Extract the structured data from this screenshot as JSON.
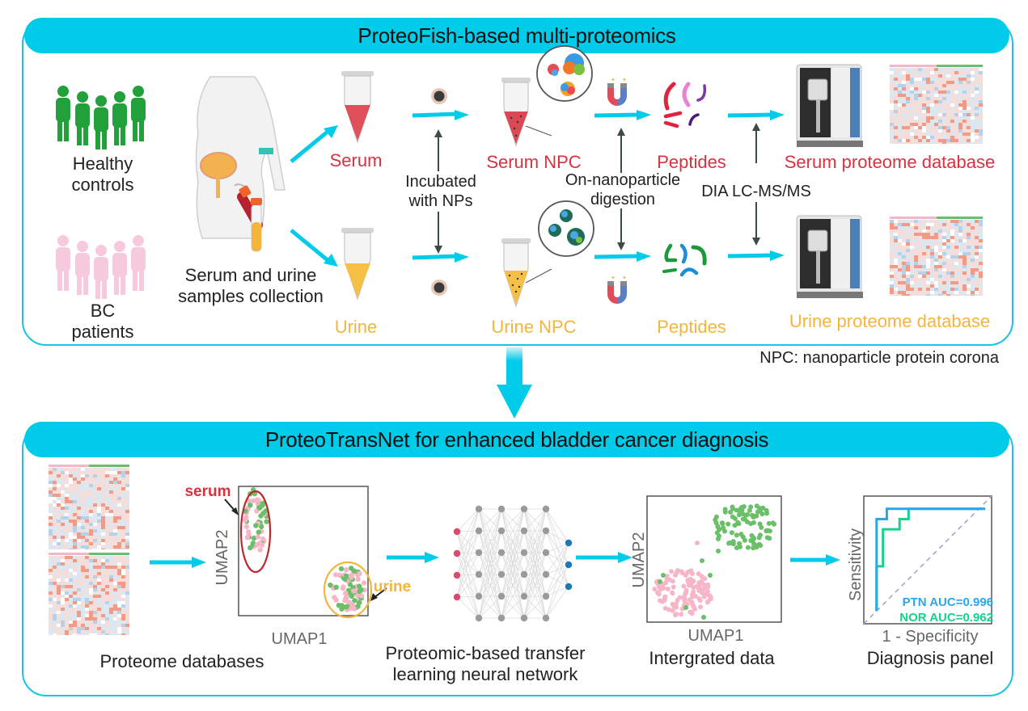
{
  "top_panel": {
    "title": "ProteoFish-based multi-proteomics",
    "groups": {
      "healthy": "Healthy\ncontrols",
      "healthy_line1": "Healthy",
      "healthy_line2": "controls",
      "bc_line1": "BC",
      "bc_line2": "patients"
    },
    "collection_line1": "Serum and urine",
    "collection_line2": "samples collection",
    "serum_label": "Serum",
    "urine_label": "Urine",
    "incubated_line1": "Incubated",
    "incubated_line2": "with NPs",
    "serum_npc": "Serum NPC",
    "urine_npc": "Urine NPC",
    "digestion_line1": "On-nanoparticle",
    "digestion_line2": "digestion",
    "serum_peptides": "Peptides",
    "urine_peptides": "Peptides",
    "dia": "DIA LC-MS/MS",
    "serum_db": "Serum proteome database",
    "urine_db": "Urine proteome database",
    "footnote": "NPC: nanoparticle protein corona"
  },
  "bottom_panel": {
    "title": "ProteoTransNet for enhanced bladder cancer diagnosis",
    "proteome_databases": "Proteome databases",
    "umap1": {
      "xlabel": "UMAP1",
      "ylabel": "UMAP2",
      "serum_tag": "serum",
      "urine_tag": "urine"
    },
    "nn_line1": "Proteomic-based transfer",
    "nn_line2": "learning neural network",
    "integrated": {
      "xlabel": "UMAP1",
      "ylabel": "UMAP2",
      "caption": "Intergrated data"
    },
    "roc": {
      "xlabel": "1 - Specificity",
      "ylabel": "Sensitivity",
      "caption": "Diagnosis panel",
      "ptn": "PTN AUC=0.996",
      "nor": "NOR AUC=0.962"
    }
  },
  "colors": {
    "accent_cyan": "#00cbe9",
    "serum_red": "#d9323f",
    "urine_orange": "#f5b53d",
    "healthy_green": "#22a03a",
    "patient_pink": "#f7c9dc",
    "ptn_blue": "#2aa6ea",
    "nor_green": "#12d488"
  },
  "chart_data": [
    {
      "type": "line",
      "title": "Diagnosis panel",
      "xlabel": "1 - Specificity",
      "ylabel": "Sensitivity",
      "xlim": [
        0,
        1
      ],
      "ylim": [
        0,
        1
      ],
      "series": [
        {
          "name": "PTN AUC=0.996",
          "x": [
            0.1,
            0.1,
            0.18,
            0.18,
            0.95
          ],
          "y": [
            0.1,
            0.82,
            0.82,
            0.9,
            0.9
          ]
        },
        {
          "name": "NOR AUC=0.962",
          "x": [
            0.1,
            0.1,
            0.15,
            0.15,
            0.28,
            0.28,
            0.35,
            0.35,
            0.95
          ],
          "y": [
            0.1,
            0.45,
            0.45,
            0.74,
            0.74,
            0.82,
            0.82,
            0.9,
            0.9
          ]
        },
        {
          "name": "chance",
          "x": [
            0,
            1
          ],
          "y": [
            0,
            1
          ]
        }
      ]
    }
  ]
}
